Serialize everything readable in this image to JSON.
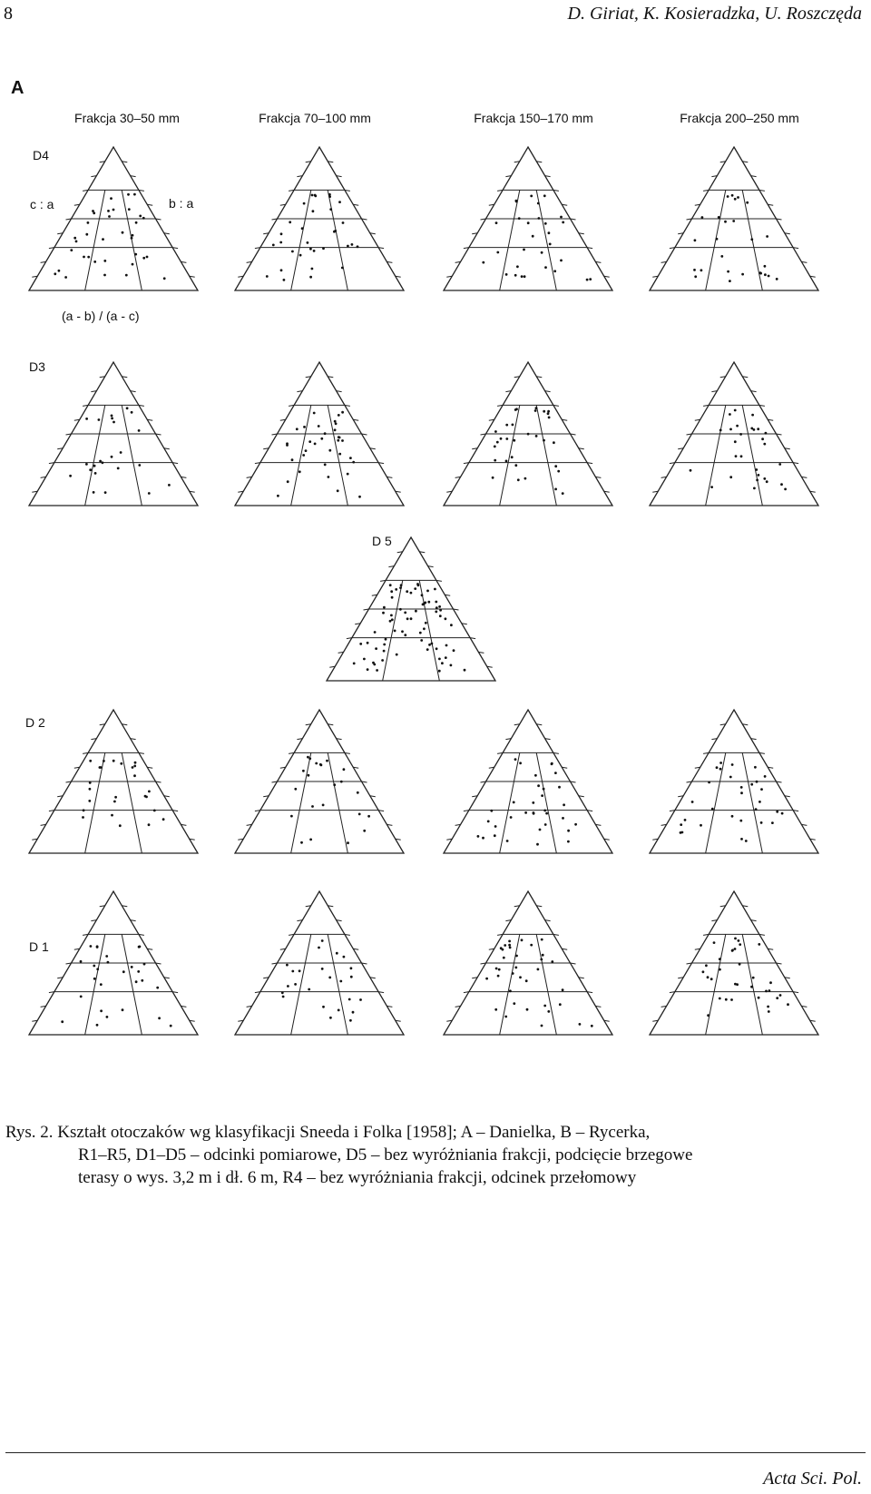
{
  "header": {
    "page_number": "8",
    "authors": "D. Giriat, K. Kosieradzka, U. Roszczęda"
  },
  "figure": {
    "panel_letter": "A",
    "column_headers": [
      "Frakcja 30–50 mm",
      "Frakcja 70–100 mm",
      "Frakcja 150–170 mm",
      "Frakcja 200–250 mm"
    ],
    "row_labels": {
      "D4": "D4",
      "D3": "D3",
      "D5": "D 5",
      "D2": "D 2",
      "D1": "D 1"
    },
    "axis_labels": {
      "left": "c : a",
      "right": "b : a",
      "bottom": "(a - b) / (a - c)"
    }
  },
  "caption": {
    "line1": "Rys. 2. Kształt otoczaków wg klasyfikacji Sneeda i Folka [1958]; A – Danielka, B – Rycerka,",
    "line2": "R1–R5, D1–D5 – odcinki pomiarowe, D5 – bez wyróżniania frakcji, podcięcie brzegowe",
    "line3": "terasy o wys. 3,2 m i dł. 6 m, R4 – bez wyróżniania frakcji, odcinek przełomowy"
  },
  "footer": {
    "journal": "Acta Sci. Pol."
  }
}
